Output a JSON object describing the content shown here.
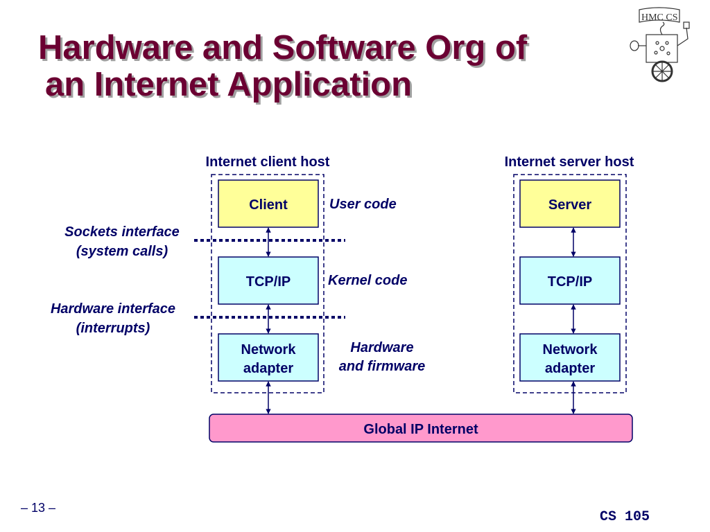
{
  "title": {
    "line1": "Hardware and Software Org of",
    "line2": "an Internet Application"
  },
  "logo": {
    "text": "HMC CS"
  },
  "client_host": {
    "label": "Internet client host",
    "boxes": [
      "Client",
      "TCP/IP",
      "Network",
      "adapter"
    ]
  },
  "server_host": {
    "label": "Internet server host",
    "boxes": [
      "Server",
      "TCP/IP",
      "Network",
      "adapter"
    ]
  },
  "layers": {
    "user_code": "User code",
    "kernel_code": "Kernel code",
    "hardware_1": "Hardware",
    "hardware_2": "and firmware"
  },
  "interfaces": {
    "sockets_1": "Sockets interface",
    "sockets_2": "(system calls)",
    "hardware_1": "Hardware interface",
    "hardware_2": "(interrupts)"
  },
  "internet": "Global IP Internet",
  "footer": {
    "page": "– 13 –",
    "course": "CS 105"
  },
  "colors": {
    "title": "#6b0032",
    "text": "#000066",
    "app": "#ffff99",
    "kernel": "#ccffff",
    "internet": "#ff99cc"
  }
}
